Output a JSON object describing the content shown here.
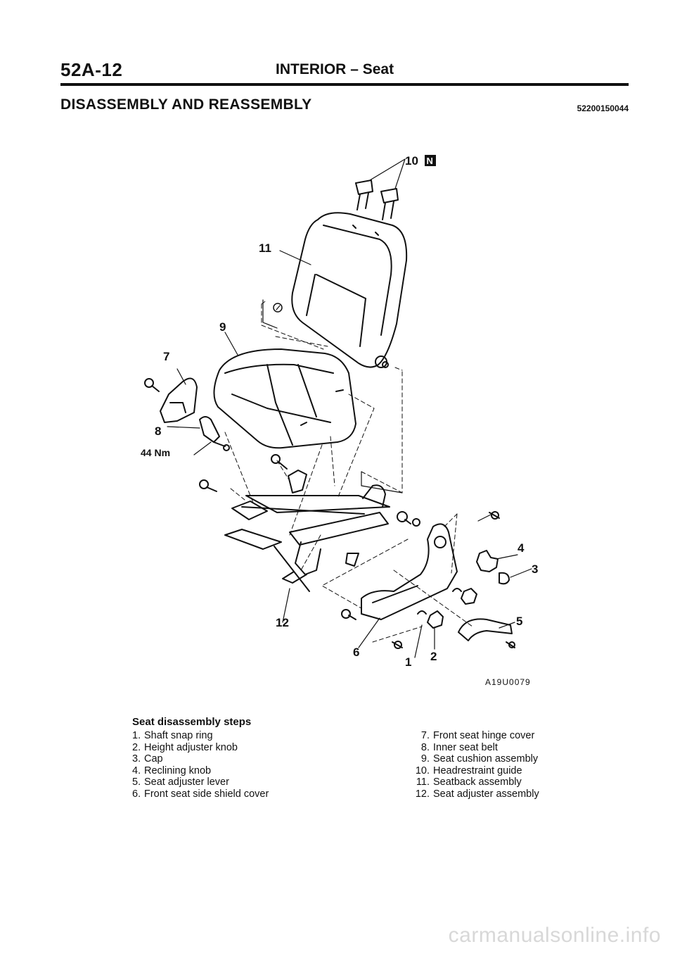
{
  "header": {
    "page_number": "52A-12",
    "section": "INTERIOR",
    "separator": "–",
    "subsection": "Seat"
  },
  "heading": "DISASSEMBLY AND REASSEMBLY",
  "ref_code": "52200150044",
  "diagram": {
    "callouts": {
      "c1": "1",
      "c2": "2",
      "c3": "3",
      "c4": "4",
      "c5": "5",
      "c6": "6",
      "c7": "7",
      "c8": "8",
      "c9": "9",
      "c10": "10",
      "c11": "11",
      "c12": "12"
    },
    "new_part_mark": "N",
    "torque": "44 Nm",
    "figure_code": "A19U0079"
  },
  "steps": {
    "title": "Seat disassembly steps",
    "left": [
      {
        "num": "1.",
        "text": "Shaft snap ring"
      },
      {
        "num": "2.",
        "text": "Height adjuster knob"
      },
      {
        "num": "3.",
        "text": "Cap"
      },
      {
        "num": "4.",
        "text": "Reclining knob"
      },
      {
        "num": "5.",
        "text": "Seat adjuster lever"
      },
      {
        "num": "6.",
        "text": "Front seat side shield cover"
      }
    ],
    "right": [
      {
        "num": "7.",
        "text": "Front seat hinge cover"
      },
      {
        "num": "8.",
        "text": "Inner seat belt"
      },
      {
        "num": "9.",
        "text": "Seat cushion assembly"
      },
      {
        "num": "10.",
        "text": "Headrestraint guide"
      },
      {
        "num": "11.",
        "text": "Seatback assembly"
      },
      {
        "num": "12.",
        "text": "Seat adjuster assembly"
      }
    ]
  },
  "watermark": "carmanualsonline.info"
}
